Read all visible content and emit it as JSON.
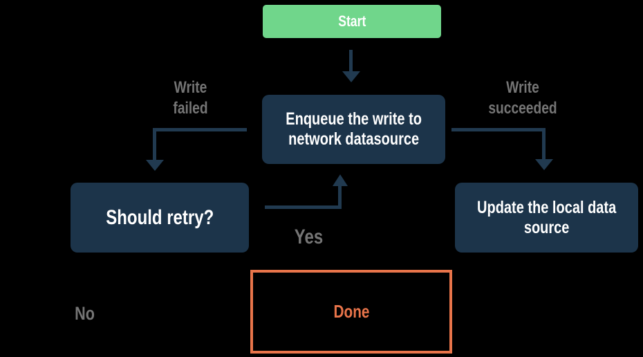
{
  "diagram": {
    "title": "Offline-first write flowchart",
    "type": "flowchart"
  },
  "colors": {
    "background": "#000000",
    "node_green": "#70D68B",
    "node_navy": "#1C344A",
    "arrow": "#213A50",
    "label_gray": "#757575",
    "accent_orange": "#E8744A",
    "text_white": "#FFFFFF"
  },
  "nodes": {
    "start": {
      "label": "Start"
    },
    "enqueue": {
      "label": "Enqueue the write to network datasource"
    },
    "should_retry": {
      "label": "Should retry?"
    },
    "update_local": {
      "label": "Update the local data source"
    },
    "done": {
      "label": "Done"
    }
  },
  "edge_labels": {
    "write_failed": "Write\nfailed",
    "write_succeeded": "Write\nsucceeded",
    "yes": "Yes",
    "no": "No"
  },
  "edges": [
    {
      "from": "start",
      "to": "enqueue"
    },
    {
      "from": "enqueue",
      "to": "should_retry",
      "label": "Write failed"
    },
    {
      "from": "enqueue",
      "to": "update_local",
      "label": "Write succeeded"
    },
    {
      "from": "should_retry",
      "to": "enqueue",
      "label": "Yes"
    }
  ]
}
